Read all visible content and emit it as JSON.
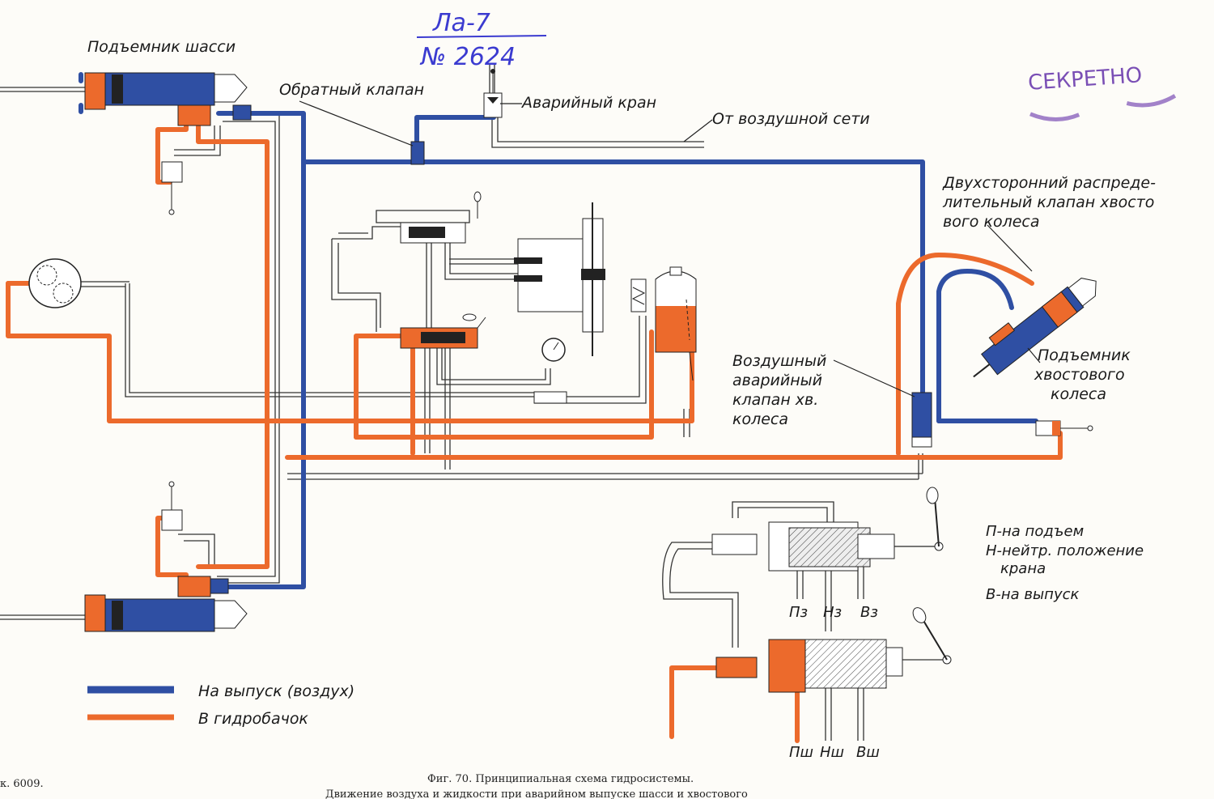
{
  "handwritten": {
    "aircraft": "Ла-7",
    "number": "№ 2624"
  },
  "stamp": "СЕКРЕТНО",
  "labels": {
    "landing_gear_lift": "Подъемник шасси",
    "check_valve": "Обратный клапан",
    "emergency_tap": "Аварийный кран",
    "from_air_network": "От воздушной сети",
    "tail_valve_line1": "Двухсторонний распреде-",
    "tail_valve_line2": "лительный клапан хвосто",
    "tail_valve_line3": "вого колеса",
    "tail_lift_line1": "Подъемник",
    "tail_lift_line2": "хвостового",
    "tail_lift_line3": "колеса",
    "air_valve_line1": "Воздушный",
    "air_valve_line2": "аварийный",
    "air_valve_line3": "клапан хв.",
    "air_valve_line4": "колеса"
  },
  "tap_positions": {
    "up": "П-на подъем",
    "neutral_line1": "Н-нейтр. положение",
    "neutral_line2": "крана",
    "down": "В-на выпуск"
  },
  "port_labels": {
    "p_upper": "Пз",
    "n_upper": "Нз",
    "v_upper": "Вз",
    "p_lower": "Пш",
    "n_lower": "Нш",
    "v_lower": "Вш"
  },
  "legend": [
    {
      "label": "На выпуск (воздух)",
      "color": "#2f4fa3"
    },
    {
      "label": "В гидробачок",
      "color": "#ec6a2c"
    }
  ],
  "caption": {
    "line1": "Фиг. 70. Принципиальная схема гидросистемы.",
    "line2": "Движение воздуха и жидкости при аварийном выпуске шасси и хвостового",
    "print_ref": "к. 6009."
  }
}
